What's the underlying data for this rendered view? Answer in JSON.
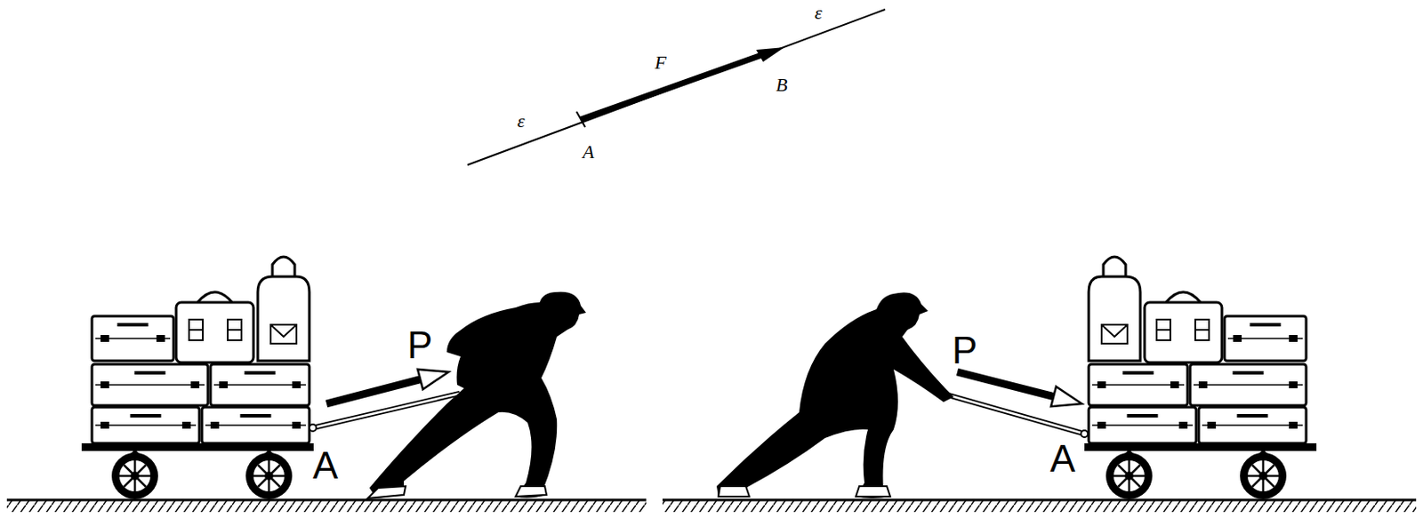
{
  "diagram": {
    "labels": [
      "ε",
      "F",
      "B",
      "ε",
      "A",
      "P",
      "A",
      "P",
      "A"
    ]
  }
}
